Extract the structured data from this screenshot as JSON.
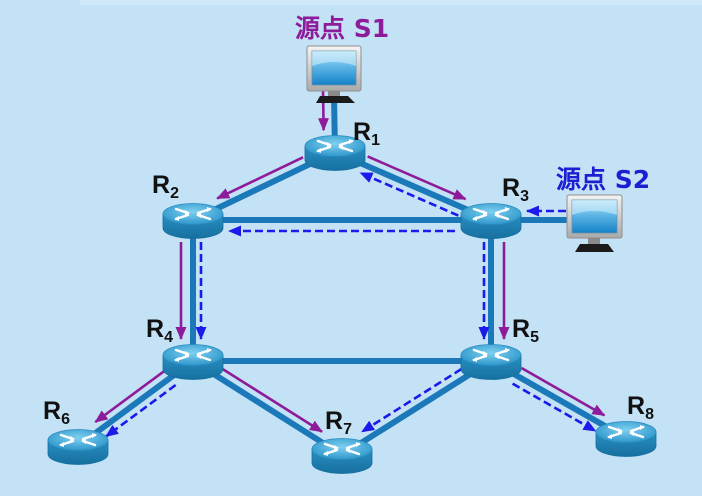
{
  "sources": {
    "S1": {
      "id": "S1",
      "label": "源点 S1",
      "color": "#8e1b99"
    },
    "S2": {
      "id": "S2",
      "label": "源点 S2",
      "color": "#1d1dd2"
    }
  },
  "routers": [
    {
      "id": "R1",
      "name": "R",
      "sub": "1"
    },
    {
      "id": "R2",
      "name": "R",
      "sub": "2"
    },
    {
      "id": "R3",
      "name": "R",
      "sub": "3"
    },
    {
      "id": "R4",
      "name": "R",
      "sub": "4"
    },
    {
      "id": "R5",
      "name": "R",
      "sub": "5"
    },
    {
      "id": "R6",
      "name": "R",
      "sub": "6"
    },
    {
      "id": "R7",
      "name": "R",
      "sub": "7"
    },
    {
      "id": "R8",
      "name": "R",
      "sub": "8"
    }
  ],
  "links": [
    [
      "S1",
      "R1"
    ],
    [
      "R1",
      "R2"
    ],
    [
      "R1",
      "R3"
    ],
    [
      "R2",
      "R3"
    ],
    [
      "S2",
      "R3"
    ],
    [
      "R2",
      "R4"
    ],
    [
      "R3",
      "R5"
    ],
    [
      "R4",
      "R5"
    ],
    [
      "R4",
      "R6"
    ],
    [
      "R4",
      "R7"
    ],
    [
      "R5",
      "R7"
    ],
    [
      "R5",
      "R8"
    ]
  ],
  "flows": [
    {
      "source": "S1",
      "style": "solid",
      "color": "#8e1b99",
      "edges": [
        [
          "S1",
          "R1"
        ],
        [
          "R1",
          "R2"
        ],
        [
          "R1",
          "R3"
        ],
        [
          "R2",
          "R4"
        ],
        [
          "R3",
          "R5"
        ],
        [
          "R4",
          "R6"
        ],
        [
          "R4",
          "R7"
        ],
        [
          "R5",
          "R8"
        ]
      ]
    },
    {
      "source": "S2",
      "style": "dashed",
      "color": "#1a1aeb",
      "edges": [
        [
          "S2",
          "R3"
        ],
        [
          "R3",
          "R1"
        ],
        [
          "R3",
          "R2"
        ],
        [
          "R2",
          "R4"
        ],
        [
          "R3",
          "R5"
        ],
        [
          "R4",
          "R6"
        ],
        [
          "R5",
          "R7"
        ],
        [
          "R5",
          "R8"
        ]
      ]
    }
  ],
  "colors": {
    "background": "#c4e2f6",
    "link": "#1b79b9",
    "router_top": "#4aaedb",
    "router_side": "#1c7fb3"
  }
}
